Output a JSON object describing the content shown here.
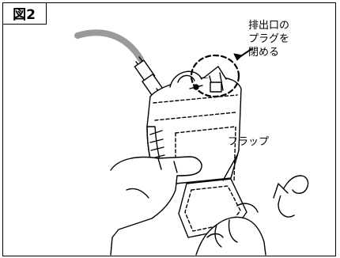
{
  "figure": {
    "label": "図2"
  },
  "callouts": {
    "plug_line1": "排出口の",
    "plug_line2": "プラグを",
    "plug_line3": "閉める",
    "flap": "フラップ"
  }
}
